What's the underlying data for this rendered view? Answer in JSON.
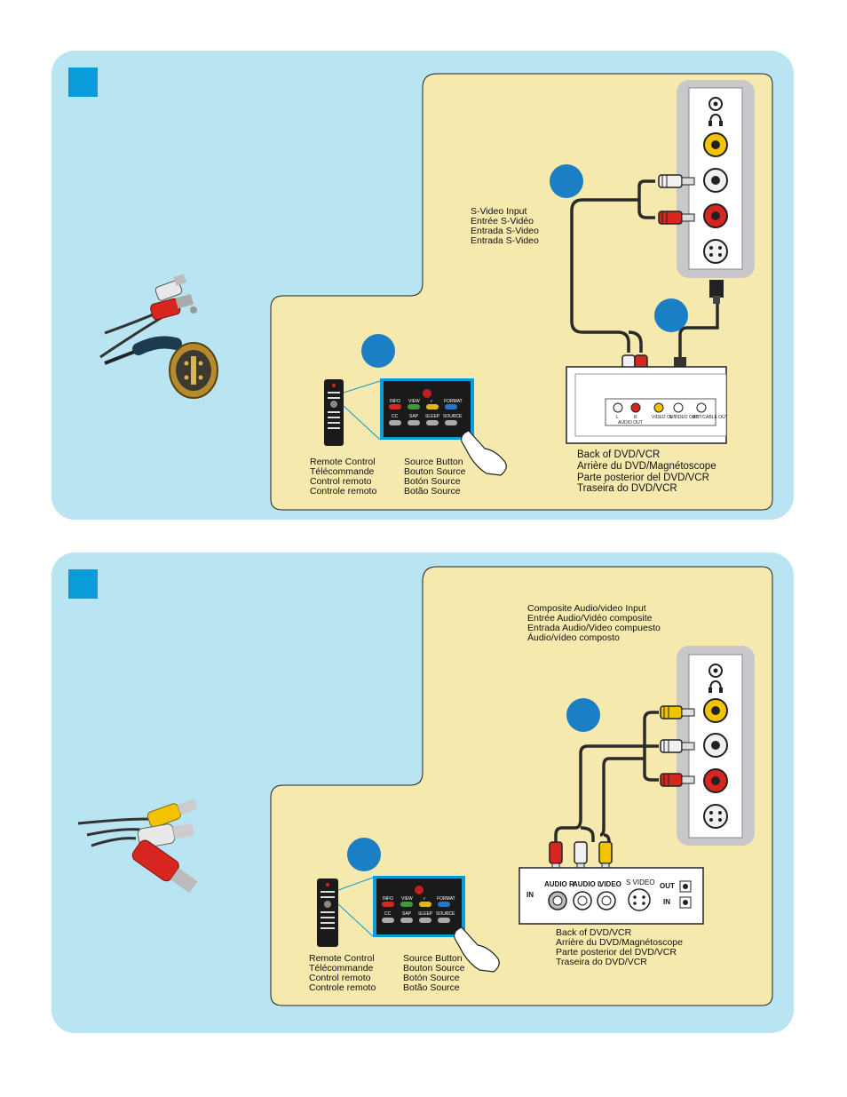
{
  "panel1": {
    "input_label": [
      "S-Video Input",
      "Entrée S-Vidéo",
      "Entrada S-Video",
      "Entrada S-Video"
    ],
    "remote_label": [
      "Remote Control",
      "Télécommande",
      "Control remoto",
      "Controle remoto"
    ],
    "source_label": [
      "Source Button",
      "Bouton Source",
      "Botón Source",
      "Botão Source"
    ],
    "back_label": [
      "Back of DVD/VCR",
      "Arrière du DVD/Magnétoscope",
      "Parte posterior del DVD/VCR",
      "Traseira do DVD/VCR"
    ],
    "keypad_labels": [
      "INFO",
      "VIEW",
      "✓",
      "FORMAT",
      "CC",
      "SAP",
      "SLEEP",
      "SOURCE"
    ],
    "device_port_labels": [
      "L",
      "R",
      "AUDIO OUT",
      "VIDEO OUT",
      "S-VIDEO OUT",
      "ANT/CABLE OUT"
    ]
  },
  "panel2": {
    "input_label": [
      "Composite Audio/video Input",
      "Entrée Audio/Vidéo composite",
      "Entrada Audio/Video compuesto",
      "Áudio/vídeo composto"
    ],
    "remote_label": [
      "Remote Control",
      "Télécommande",
      "Control remoto",
      "Controle remoto"
    ],
    "source_label": [
      "Source Button",
      "Bouton Source",
      "Botón Source",
      "Botão Source"
    ],
    "back_label": [
      "Back of DVD/VCR",
      "Arrière du DVD/Magnétoscope",
      "Parte posterior del DVD/VCR",
      "Traseira do DVD/VCR"
    ],
    "keypad_labels": [
      "INFO",
      "VIEW",
      "✓",
      "FORMAT",
      "CC",
      "SAP",
      "SLEEP",
      "SOURCE"
    ],
    "device": {
      "in": "IN",
      "audio_r": "AUDIO R",
      "audio_l": "AUDIO L",
      "video": "VIDEO",
      "s_video": "S VIDEO",
      "out": "OUT",
      "in2": "IN"
    }
  },
  "colors": {
    "panel_bg": "#b9e5f3",
    "inner_bg": "#f6e9ad",
    "badge": "#0a9cd8",
    "step_circle": "#1a7fc4",
    "jack_panel": "#c8c8cc",
    "cable": "#2a2a2a",
    "yellow": "#f2c400",
    "red": "#d6261f",
    "white": "#f0f0f0"
  },
  "icons": [
    "headphone-icon",
    "hand-pointer-icon",
    "remote-control-icon",
    "s-video-connector-icon",
    "rca-connector-icon"
  ]
}
